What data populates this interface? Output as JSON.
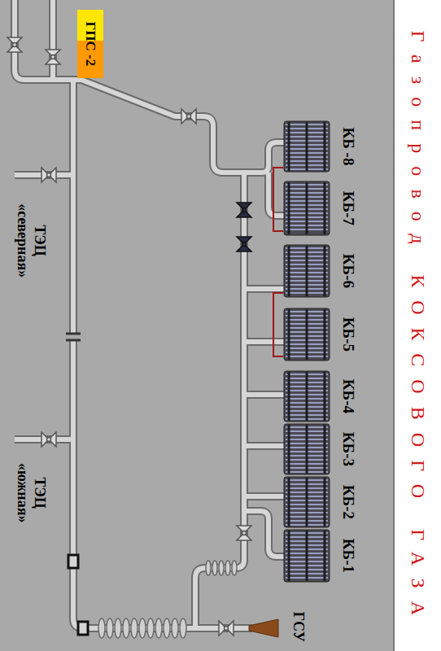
{
  "diagram": {
    "title": "Газопровод КОКСОВОГО ГАЗА",
    "nodes": [
      {
        "text": [
          "ГПС -2"
        ]
      },
      {
        "text": [
          "КБ -8"
        ]
      },
      {
        "text": [
          "КБ-7"
        ]
      },
      {
        "text": [
          "КБ-6"
        ]
      },
      {
        "text": [
          "КБ-5"
        ]
      },
      {
        "text": [
          "КБ-4"
        ]
      },
      {
        "text": [
          "КБ-3"
        ]
      },
      {
        "text": [
          "КБ-2"
        ]
      },
      {
        "text": [
          "КБ-1"
        ]
      }
    ],
    "edges": [
      {
        "from": 1,
        "to": 2,
        "arrow": "none"
      },
      {
        "from": 3,
        "to": 4,
        "arrow": "none"
      }
    ],
    "labels": [
      "ТЭЦ «северная»",
      "ТЭЦ «южная»",
      "ГСУ"
    ]
  }
}
